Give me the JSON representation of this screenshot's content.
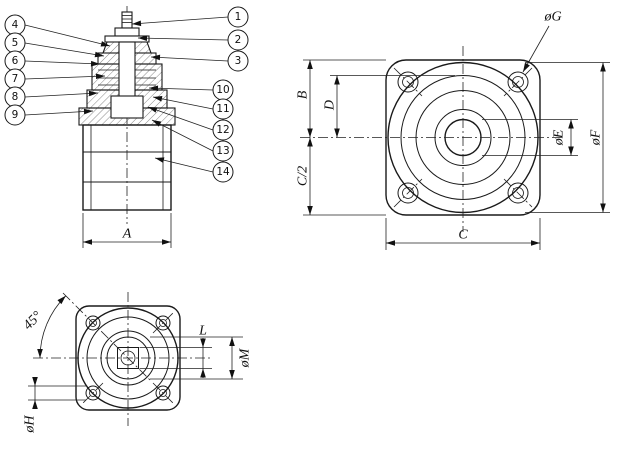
{
  "drawing": {
    "background": "#ffffff",
    "line_color": "#1a1a1a",
    "balloons": [
      "1",
      "2",
      "3",
      "4",
      "5",
      "6",
      "7",
      "8",
      "9",
      "10",
      "11",
      "12",
      "13",
      "14"
    ],
    "dims": {
      "A": "A",
      "B": "B",
      "C": "C",
      "C_half": "C/2",
      "D": "D",
      "E": "øE",
      "F": "øF",
      "G": "øG",
      "H": "øH",
      "L": "L",
      "M": "øM",
      "angle": "45°"
    }
  }
}
